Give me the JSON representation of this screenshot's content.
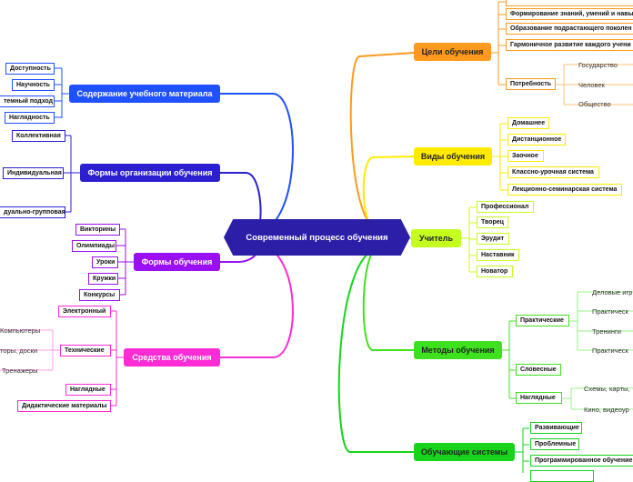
{
  "root": "Современный процесс обучения",
  "colors": {
    "root": "#2b1fa8",
    "content": "#1f51ff",
    "forms_org": "#2b1fd0",
    "forms": "#9b0ff5",
    "means": "#ff2bd5",
    "goals": "#ff9a1f",
    "types": "#ffea00",
    "teacher": "#c4ff1f",
    "methods": "#3fe01f",
    "systems": "#17d41a"
  },
  "left": {
    "content": {
      "label": "Содержание учебного материала",
      "items": [
        "Доступность",
        "Научность",
        "темный подход",
        "Наглядность"
      ]
    },
    "forms_org": {
      "label": "Формы организации обучения",
      "items": [
        "Коллективная",
        "Индивидуальная",
        "дуально-групповая"
      ]
    },
    "forms": {
      "label": "Формы обучения",
      "items": [
        "Викторины",
        "Олимпиады",
        "Уроки",
        "Кружки",
        "Конкурсы"
      ]
    },
    "means": {
      "label": "Средства обучения",
      "items": [
        "Электронный",
        "Технические",
        "Наглядные",
        "Дидактические материалы"
      ],
      "technical_sub": [
        "Компьютеры",
        "торы, доски",
        "Тренажеры"
      ]
    }
  },
  "right": {
    "goals": {
      "label": "Цели обучения",
      "items": [
        "Формирование знаний, умений и навы",
        "Образование подрастающего поколен",
        "Гармоничное развитие каждого учени",
        "Потребность"
      ],
      "need_sub": [
        "Государство",
        "Человек",
        "Общество"
      ]
    },
    "types": {
      "label": "Виды обучения",
      "items": [
        "Домашнее",
        "Дистанционное",
        "Заочное",
        "Классно-урочная система",
        "Лекционно-семинарская система"
      ]
    },
    "teacher": {
      "label": "Учитель",
      "items": [
        "Профессионал",
        "Творец",
        "Эрудит",
        "Наставник",
        "Новатор"
      ]
    },
    "methods": {
      "label": "Методы обучения",
      "items": [
        "Практические",
        "Словесные",
        "Наглядные"
      ],
      "practical_sub": [
        "Деловые игр",
        "Практическ",
        "Тренинги",
        "Практическ"
      ],
      "visual_sub": [
        "Схемы, карты,",
        "Кино, видеоур"
      ]
    },
    "systems": {
      "label": "Обучающие системы",
      "items": [
        "Развивающие",
        "Проблемные",
        "Программированное обучение"
      ]
    }
  }
}
